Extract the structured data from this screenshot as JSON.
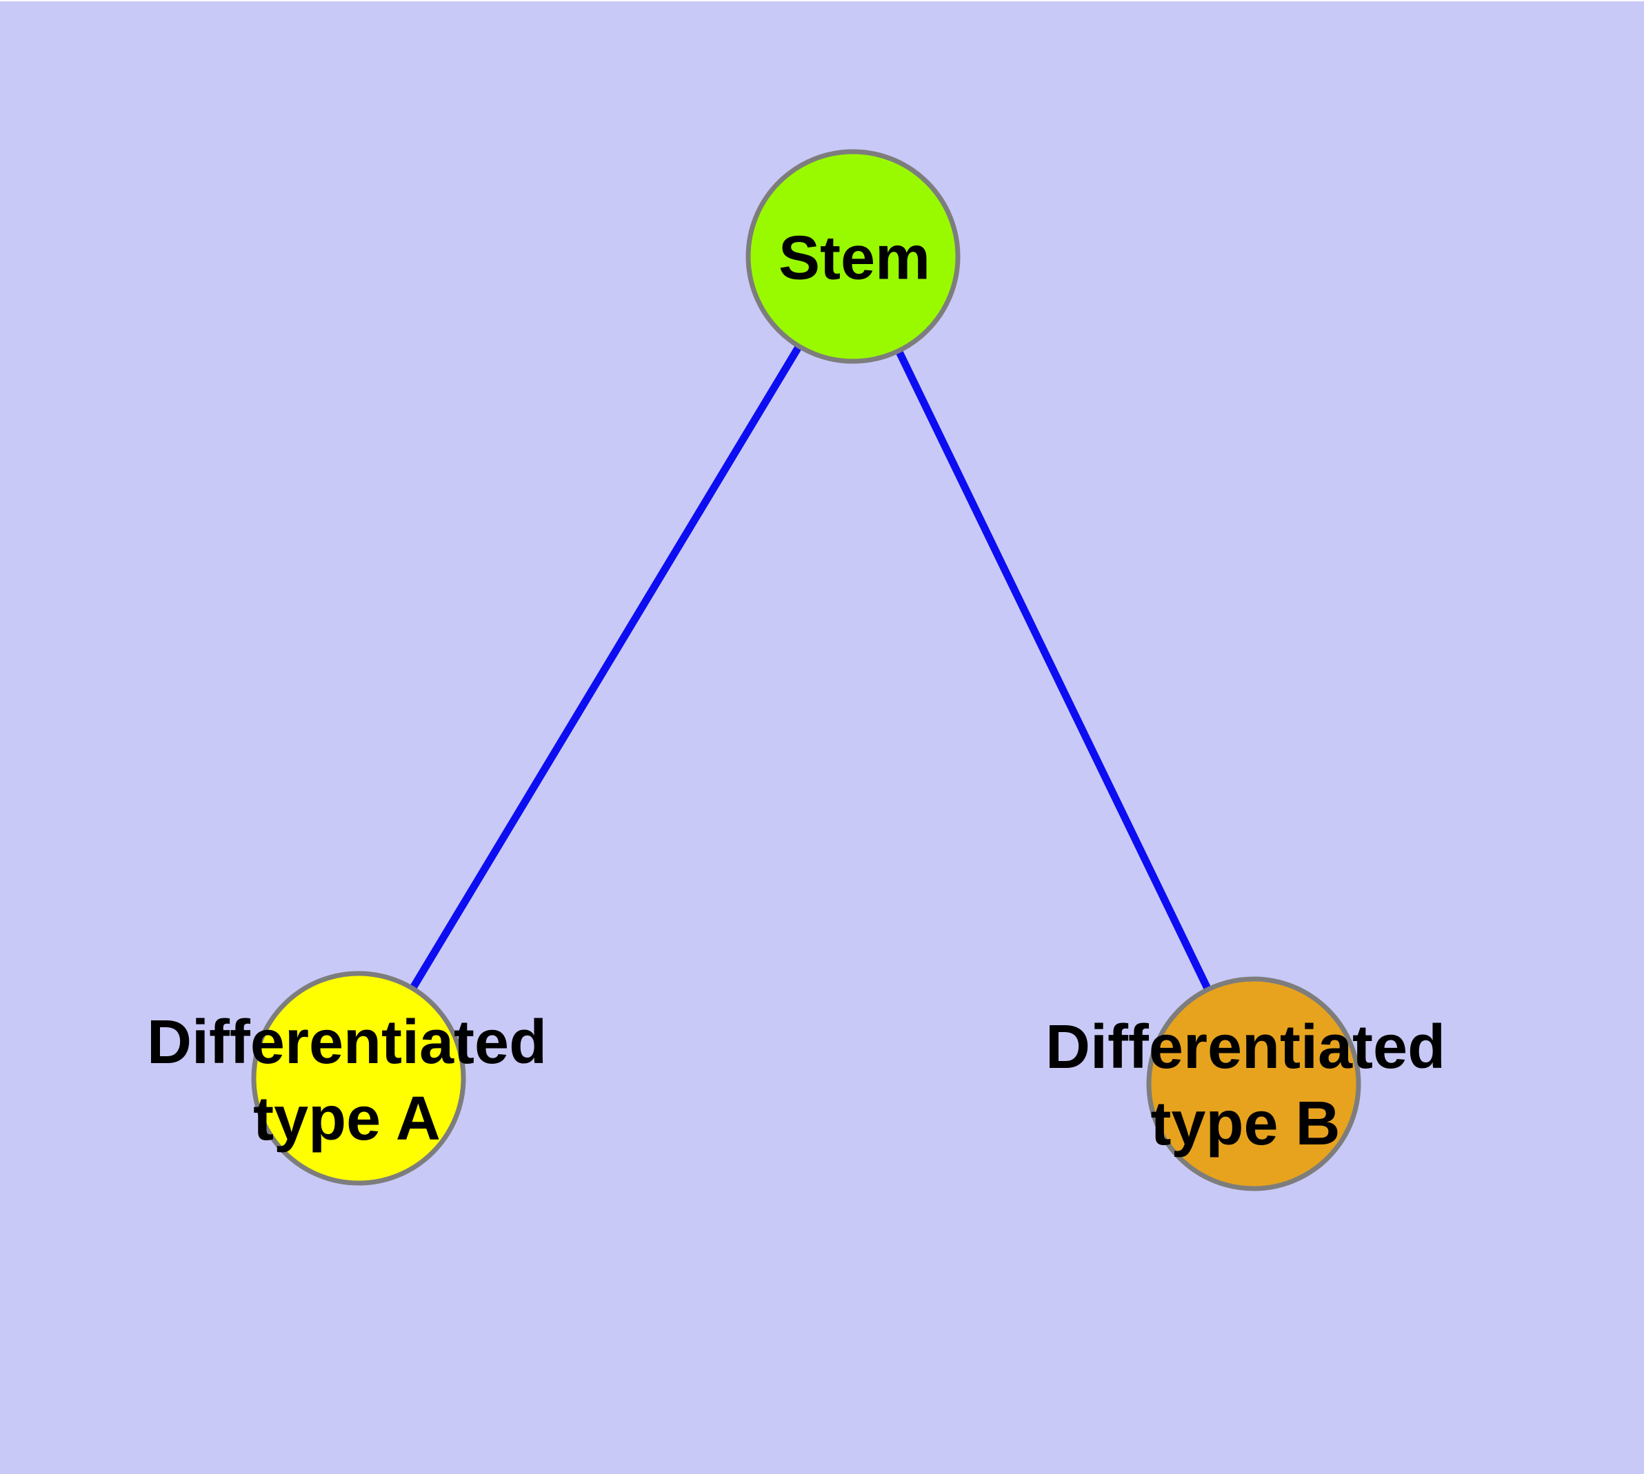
{
  "diagram": {
    "type": "node-link-graph",
    "background_color": "#c9c9f7",
    "top_edge_color": "#fafaff",
    "edge_color": "#0d0df2",
    "node_border_color": "#7d7d7d",
    "label_text_color": "#000000",
    "nodes": [
      {
        "id": "stem",
        "label": "Stem",
        "label_lines": [
          "Stem"
        ],
        "fill_color": "#99fa00"
      },
      {
        "id": "differentiated-type-a",
        "label": "Differentiated type A",
        "label_lines": [
          "Differentiated",
          "type A"
        ],
        "fill_color": "#ffff00"
      },
      {
        "id": "differentiated-type-b",
        "label": "Differentiated type B",
        "label_lines": [
          "Differentiated",
          "type B"
        ],
        "fill_color": "#e7a31e"
      }
    ],
    "edges": [
      {
        "from": "stem",
        "to": "differentiated-type-a"
      },
      {
        "from": "stem",
        "to": "differentiated-type-b"
      }
    ]
  }
}
